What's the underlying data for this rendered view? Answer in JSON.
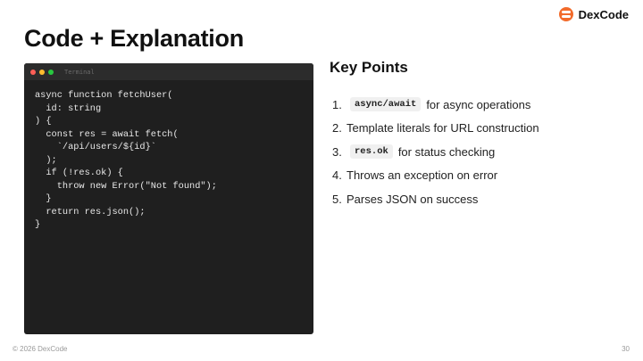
{
  "brand": {
    "name": "DexCode",
    "icon": "dexcode-logo-icon",
    "accent": "#f26b2b"
  },
  "slide": {
    "title": "Code + Explanation"
  },
  "terminal": {
    "title": "Terminal",
    "background": "#1f1f1f",
    "lines": [
      "async function fetchUser(",
      "  id: string",
      ") {",
      "  const res = await fetch(",
      "    `/api/users/${id}`",
      "  );",
      "  if (!res.ok) {",
      "    throw new Error(\"Not found\");",
      "  }",
      "  return res.json();",
      "}"
    ]
  },
  "key_points": {
    "title": "Key Points",
    "items": [
      {
        "number": "1.",
        "code": "async/await",
        "text": "for async operations"
      },
      {
        "number": "2.",
        "code": "",
        "text": "Template literals for URL construction"
      },
      {
        "number": "3.",
        "code": "res.ok",
        "text": "for status checking"
      },
      {
        "number": "4.",
        "code": "",
        "text": "Throws an exception on error"
      },
      {
        "number": "5.",
        "code": "",
        "text": "Parses JSON on success"
      }
    ]
  },
  "footer": {
    "copyright": "© 2026 DexCode",
    "page_number": "30"
  }
}
